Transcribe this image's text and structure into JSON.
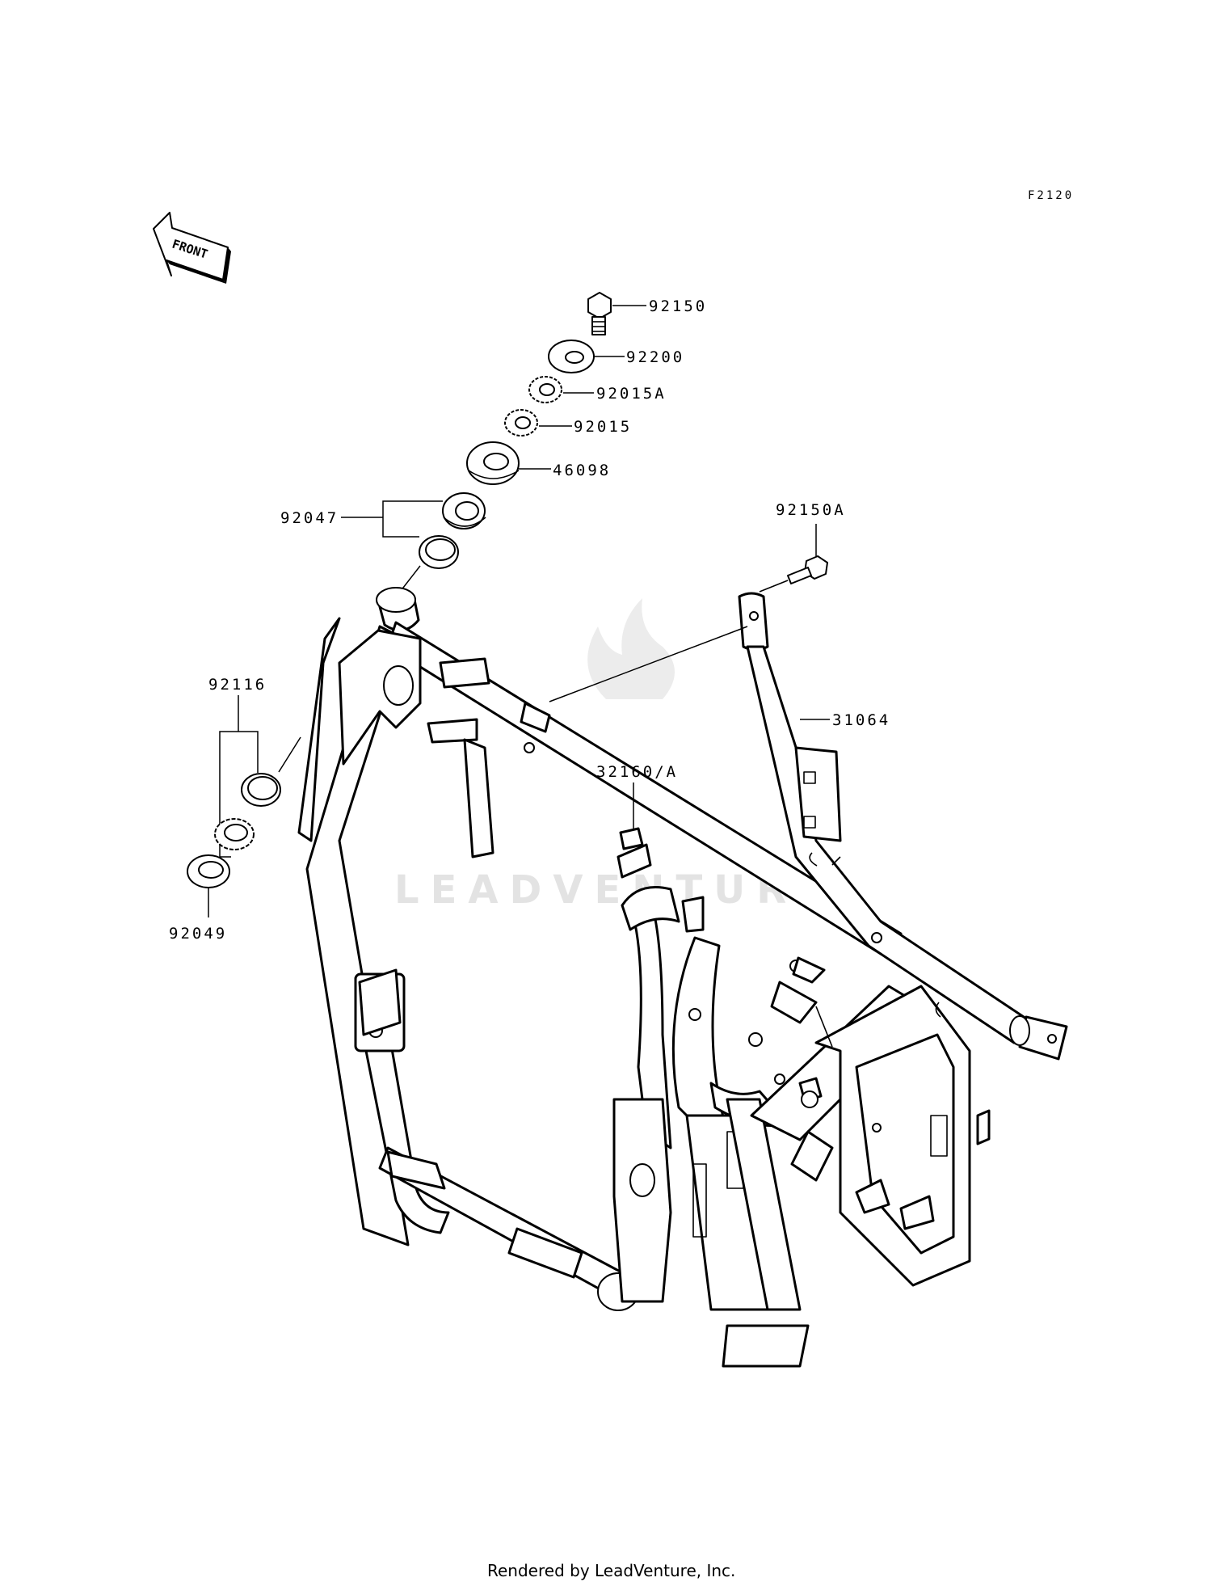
{
  "diagram_code": "F2120",
  "front_marker": "FRONT",
  "watermark": "LEADVENTURE",
  "footer": "Rendered by LeadVenture, Inc.",
  "callouts": {
    "c92150": "92150",
    "c92200": "92200",
    "c92015A": "92015A",
    "c92015": "92015",
    "c46098": "46098",
    "c92047": "92047",
    "c92150A": "92150A",
    "c31064": "31064",
    "c92116": "92116",
    "c32160A": "32160/A",
    "c92049": "92049"
  }
}
